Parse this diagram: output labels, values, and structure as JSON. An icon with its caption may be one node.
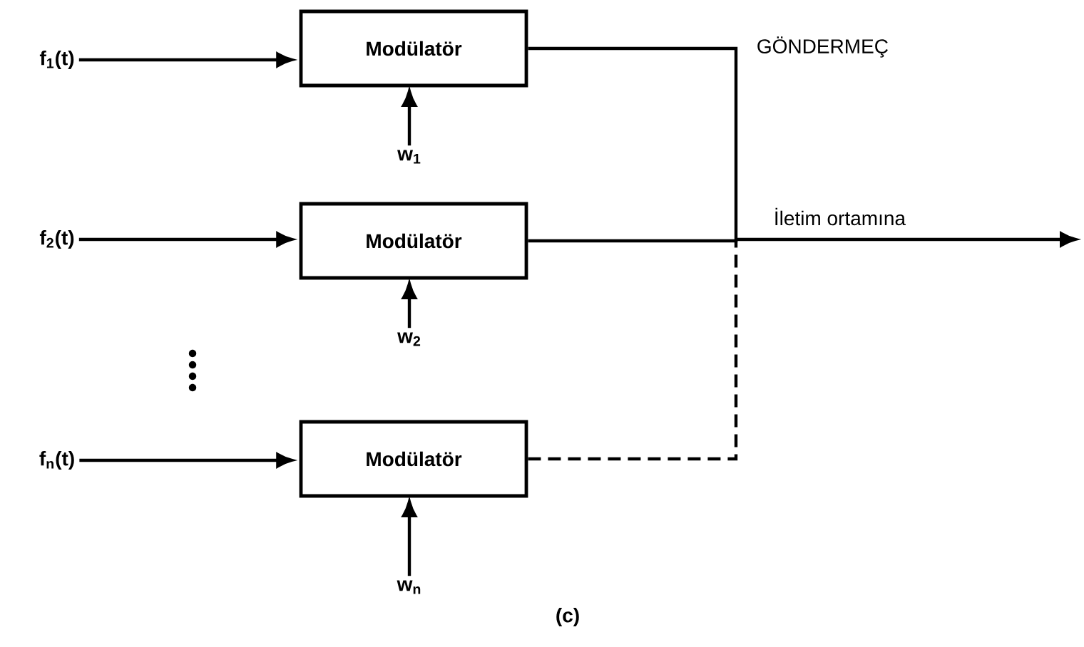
{
  "diagram": {
    "caption": "(c)",
    "nodes": [
      {
        "text": [
          "f$_{1}$(t)"
        ]
      },
      {
        "text": [
          "Modülatör"
        ]
      },
      {
        "text": [
          "w$_{1}$"
        ]
      },
      {
        "text": [
          "f$_{2}$(t)"
        ]
      },
      {
        "text": [
          "Modülatör"
        ]
      },
      {
        "text": [
          "w$_{2}$"
        ]
      },
      {
        "text": [
          "f$_{n}$(t)"
        ]
      },
      {
        "text": [
          "Modülatör"
        ]
      },
      {
        "text": [
          "w$_{n}$"
        ]
      }
    ],
    "edges": [
      {
        "from": 0,
        "to": 1,
        "arrow": "to"
      },
      {
        "from": 2,
        "to": 1,
        "arrow": "to"
      },
      {
        "from": 3,
        "to": 4,
        "arrow": "to"
      },
      {
        "from": 5,
        "to": 4,
        "arrow": "to"
      },
      {
        "from": 6,
        "to": 7,
        "arrow": "to"
      },
      {
        "from": 8,
        "to": 7,
        "arrow": "to"
      },
      {
        "from": 1,
        "to": null,
        "arrow": "to"
      },
      {
        "from": 4,
        "to": null,
        "arrow": "to"
      },
      {
        "from": 7,
        "to": null,
        "arrow": "to",
        "style": "dashed"
      }
    ],
    "labels": [
      "GÖNDERMEÇ",
      "İletim ortamına"
    ]
  }
}
